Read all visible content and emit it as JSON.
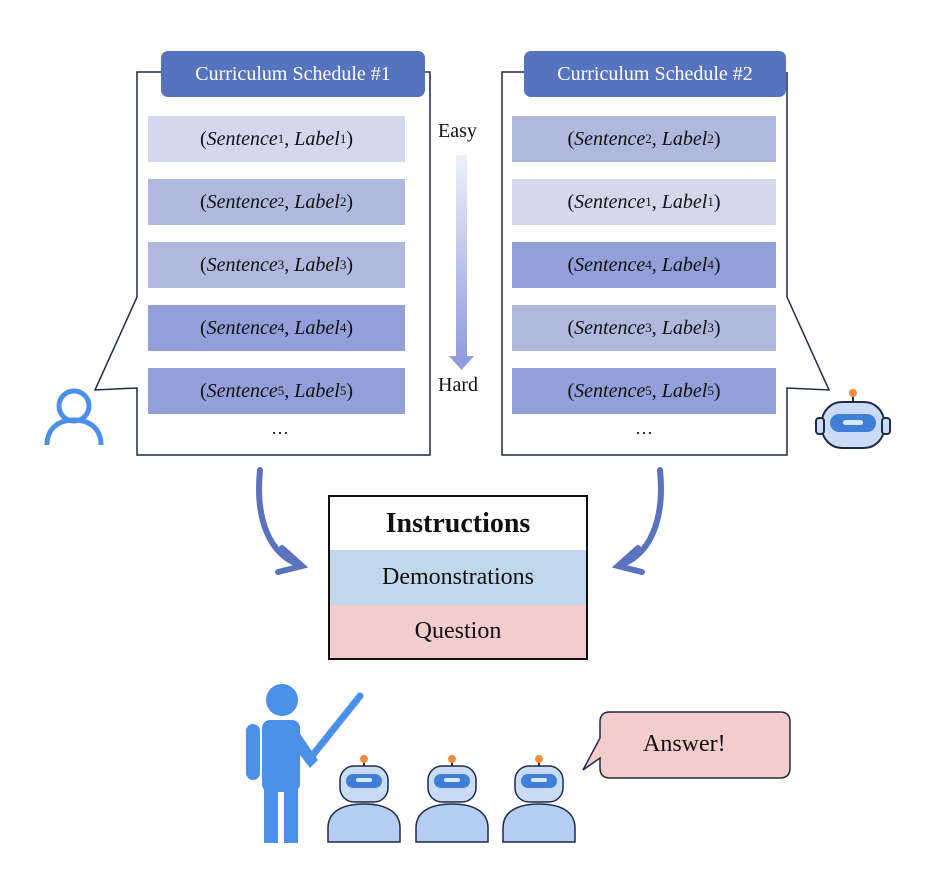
{
  "colors": {
    "tab": "#5573be",
    "row_light": "#d3d8ec",
    "row_mid": "#afb8dd",
    "row_dark": "#929fd8",
    "arrow": "#5b72be",
    "blue_icon": "#4a8fe8",
    "instructions_bg": "#ffffff",
    "demo_bg": "#c0d6ea",
    "question_bg": "#f3cccc",
    "answer_bg": "#f3cccc"
  },
  "schedule1": {
    "title": "Curriculum Schedule #1",
    "rows": [
      {
        "sentence": "Sentence",
        "label": "Label",
        "idx": "1",
        "shade": "light"
      },
      {
        "sentence": "Sentence",
        "label": "Label",
        "idx": "2",
        "shade": "mid"
      },
      {
        "sentence": "Sentence",
        "label": "Label",
        "idx": "3",
        "shade": "mid"
      },
      {
        "sentence": "Sentence",
        "label": "Label",
        "idx": "4",
        "shade": "dark"
      },
      {
        "sentence": "Sentence",
        "label": "Label",
        "idx": "5",
        "shade": "dark"
      }
    ],
    "ellipsis": "…"
  },
  "schedule2": {
    "title": "Curriculum Schedule #2",
    "rows": [
      {
        "sentence": "Sentence",
        "label": "Label",
        "idx": "2",
        "shade": "mid"
      },
      {
        "sentence": "Sentence",
        "label": "Label",
        "idx": "1",
        "shade": "light"
      },
      {
        "sentence": "Sentence",
        "label": "Label",
        "idx": "4",
        "shade": "dark"
      },
      {
        "sentence": "Sentence",
        "label": "Label",
        "idx": "3",
        "shade": "mid"
      },
      {
        "sentence": "Sentence",
        "label": "Label",
        "idx": "5",
        "shade": "dark"
      }
    ],
    "ellipsis": "…"
  },
  "difficulty": {
    "easy": "Easy",
    "hard": "Hard"
  },
  "prompt": {
    "instructions": "Instructions",
    "demonstrations": "Demonstrations",
    "question": "Question"
  },
  "answer": "Answer!",
  "icons": {
    "human": "person-outline-icon",
    "robot": "robot-head-icon",
    "teacher": "teacher-pointing-icon",
    "students": "robot-student-icon"
  }
}
